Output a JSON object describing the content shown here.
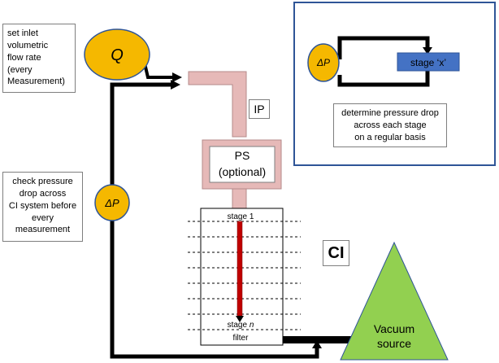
{
  "notes": {
    "inlet_lines": [
      "set inlet",
      "volumetric",
      "flow rate",
      "(every",
      "Measurement)"
    ],
    "check_lines": [
      "check pressure",
      "drop across",
      "CI system before",
      "every",
      "measurement"
    ],
    "stage_lines": [
      "determine pressure drop",
      "across each stage",
      "on a regular basis"
    ]
  },
  "symbols": {
    "flow": "Q",
    "pressure_main": "ΔP",
    "pressure_inset": "ΔP"
  },
  "components": {
    "ip": "IP",
    "ps_line1": "PS",
    "ps_line2": "(optional)",
    "ci": "CI",
    "stage_x": "stage ‘x’",
    "stage_first": "stage 1",
    "stage_last_prefix": "stage ",
    "stage_last_var": "n",
    "filter": "filter",
    "vacuum_line1": "Vacuum",
    "vacuum_line2": "source"
  },
  "colors": {
    "ellipse_fill": "#f5b800",
    "ellipse_stroke": "#2f5597",
    "pink": "#e6b9b8",
    "stage_x_fill": "#4472c4",
    "vacuum_fill": "#92d050",
    "red_arrow": "#c00000",
    "inset_border": "#2f5597"
  }
}
